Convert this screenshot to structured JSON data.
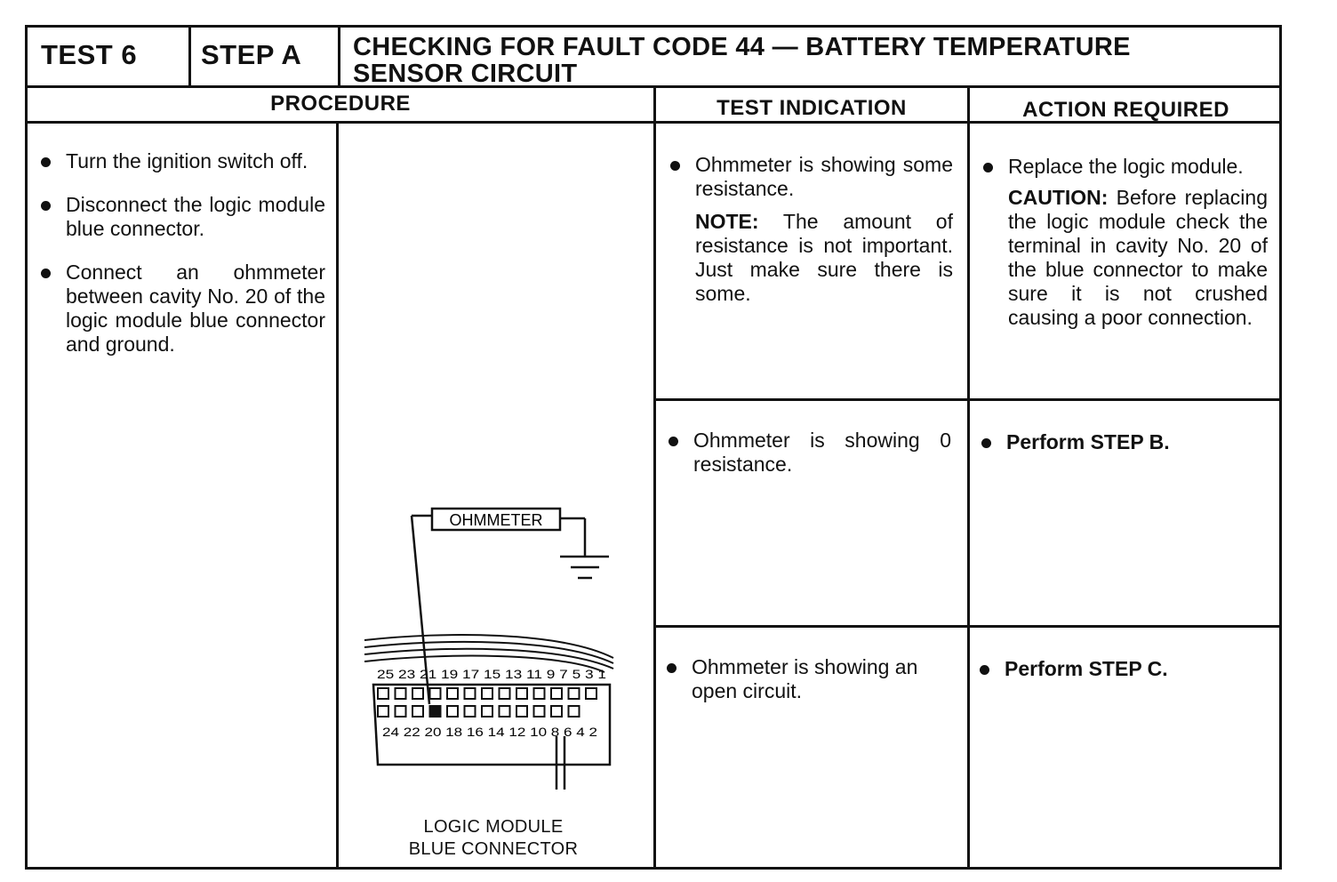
{
  "header": {
    "test": "TEST 6",
    "step": "STEP A",
    "title": "CHECKING FOR FAULT CODE 44 — BATTERY TEMPERATURE SENSOR CIRCUIT"
  },
  "columns": {
    "procedure": "PROCEDURE",
    "test_indication": "TEST INDICATION",
    "action_required": "ACTION REQUIRED"
  },
  "procedure": {
    "steps": [
      "Turn the ignition switch off.",
      "Disconnect the logic module blue connector.",
      "Connect an ohmmeter between cavity No. 20 of the logic module blue connector and ground."
    ]
  },
  "diagram": {
    "meter_label": "OHMMETER",
    "top_pins": "25 23 21 19 17 15 13 11 9 7 5 3 1",
    "bottom_pins": "24 22 20 18 16 14 12 10 8 6 4 2",
    "caption_line1": "LOGIC MODULE",
    "caption_line2": "BLUE CONNECTOR"
  },
  "rows": [
    {
      "indication": "Ohmmeter is showing some resistance.",
      "note_label": "NOTE:",
      "note_text": "The amount of resistance is not important. Just make sure there is some.",
      "action": "Replace the logic module.",
      "caution_label": "CAUTION:",
      "caution_text": "Before replacing the logic module check the terminal in cavity No. 20 of the blue connector to make sure it is not crushed causing a poor connection."
    },
    {
      "indication": "Ohmmeter is showing 0 resistance.",
      "action": "Perform STEP B."
    },
    {
      "indication": "Ohmmeter is showing an open circuit.",
      "action": "Perform STEP C."
    }
  ]
}
